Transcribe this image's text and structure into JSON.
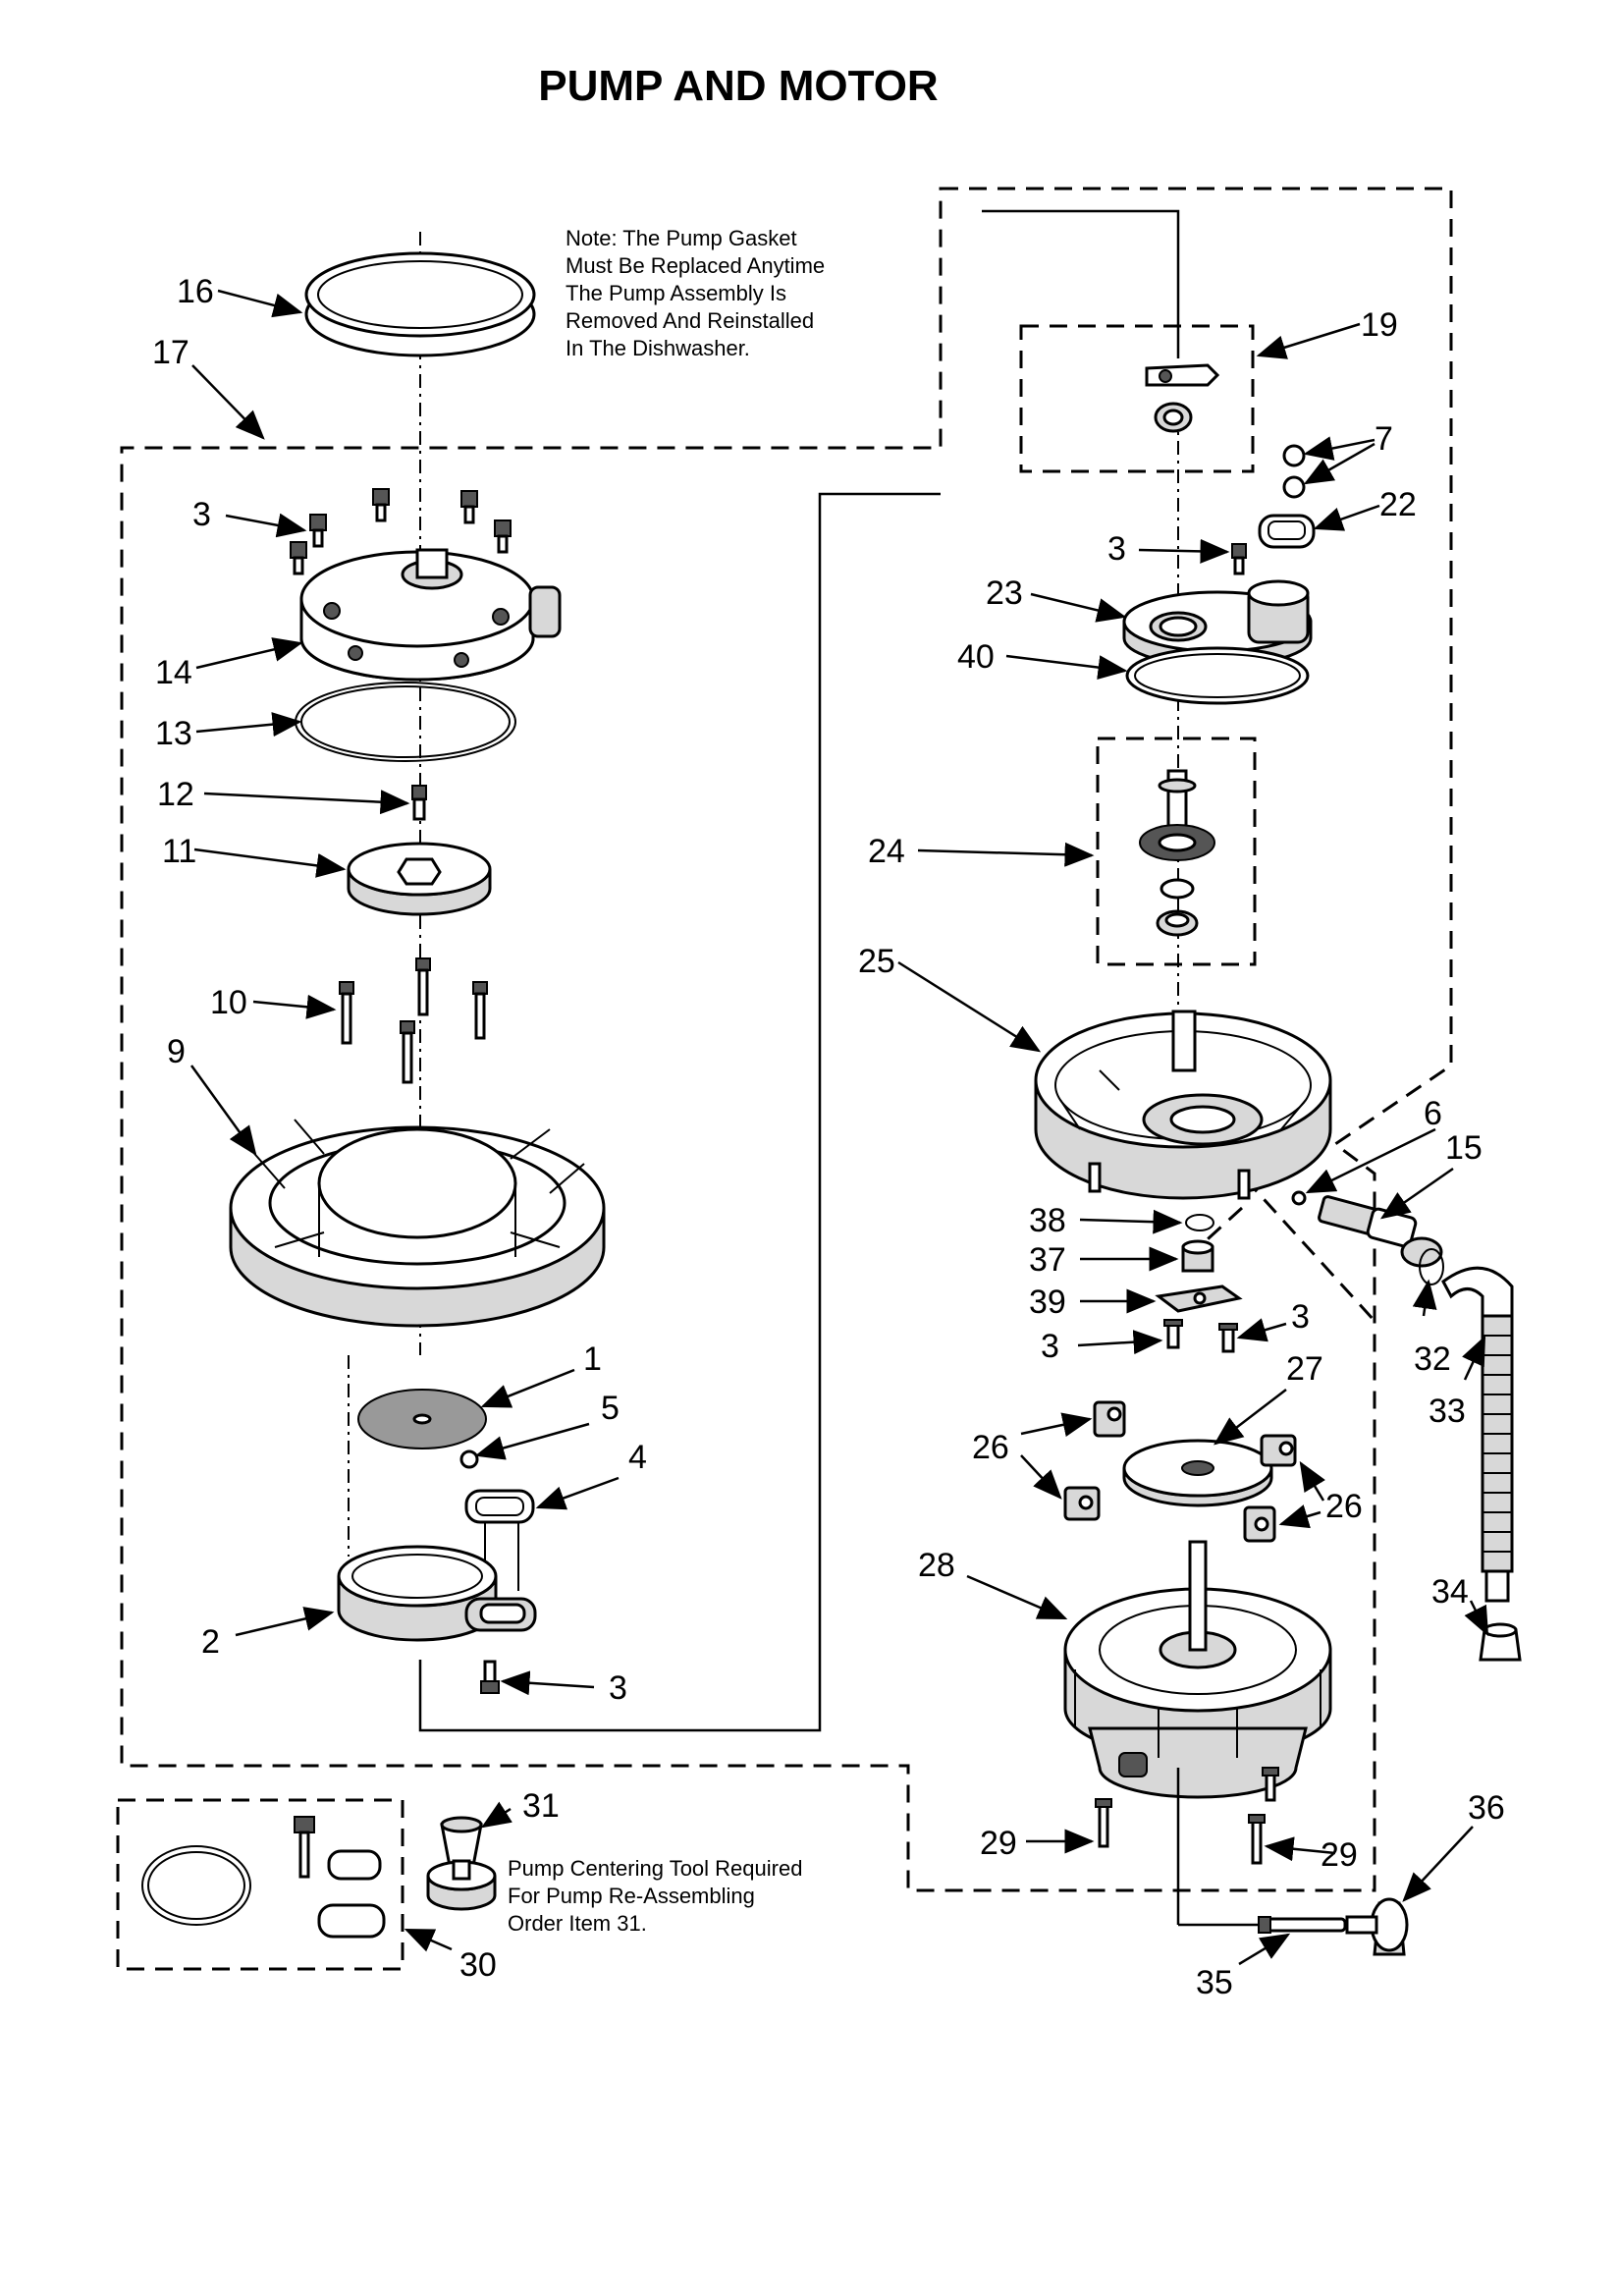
{
  "title": "PUMP AND MOTOR",
  "note_lines": [
    "Note: The Pump Gasket",
    "Must Be Replaced Anytime",
    "The Pump Assembly Is",
    "Removed And Reinstalled",
    "In The Dishwasher."
  ],
  "tool_note_lines": [
    "Pump Centering Tool Required",
    "For Pump Re-Assembling",
    "Order Item 31."
  ],
  "callouts": {
    "c16": "16",
    "c17": "17",
    "c3a": "3",
    "c14": "14",
    "c13": "13",
    "c12": "12",
    "c11": "11",
    "c10": "10",
    "c9": "9",
    "c1": "1",
    "c5": "5",
    "c4": "4",
    "c2": "2",
    "c3b": "3",
    "c31": "31",
    "c30": "30",
    "c19": "19",
    "c7": "7",
    "c22": "22",
    "c3c": "3",
    "c23": "23",
    "c40": "40",
    "c24": "24",
    "c25": "25",
    "c6": "6",
    "c15": "15",
    "c38": "38",
    "c37": "37",
    "c39": "39",
    "c3d": "3",
    "c3e": "3",
    "c27": "27",
    "c26a": "26",
    "c26b": "26",
    "c28": "28",
    "c32": "32",
    "c33": "33",
    "c34": "34",
    "c29a": "29",
    "c29b": "29",
    "c36": "36",
    "c35": "35"
  }
}
